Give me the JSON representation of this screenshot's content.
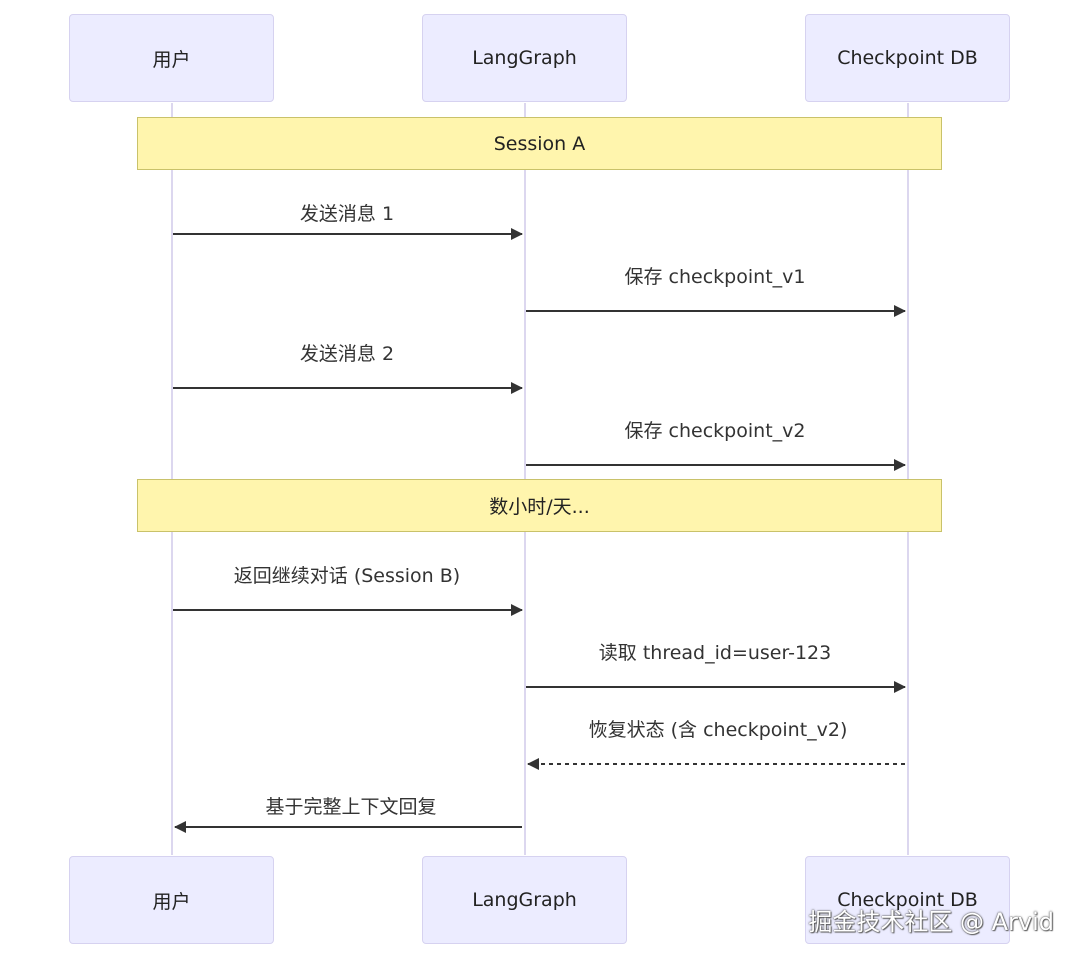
{
  "participants": [
    {
      "id": "user",
      "label": "用户"
    },
    {
      "id": "langgraph",
      "label": "LangGraph"
    },
    {
      "id": "db",
      "label": "Checkpoint DB"
    }
  ],
  "notes": [
    {
      "text": "Session A"
    },
    {
      "text": "数小时/天..."
    }
  ],
  "messages": [
    {
      "from": "user",
      "to": "langgraph",
      "text": "发送消息 1",
      "style": "solid"
    },
    {
      "from": "langgraph",
      "to": "db",
      "text": "保存 checkpoint_v1",
      "style": "solid"
    },
    {
      "from": "user",
      "to": "langgraph",
      "text": "发送消息 2",
      "style": "solid"
    },
    {
      "from": "langgraph",
      "to": "db",
      "text": "保存 checkpoint_v2",
      "style": "solid"
    },
    {
      "from": "user",
      "to": "langgraph",
      "text": "返回继续对话 (Session B)",
      "style": "solid"
    },
    {
      "from": "langgraph",
      "to": "db",
      "text": "读取 thread_id=user-123",
      "style": "solid"
    },
    {
      "from": "db",
      "to": "langgraph",
      "text": "恢复状态 (含 checkpoint_v2)",
      "style": "dashed"
    },
    {
      "from": "langgraph",
      "to": "user",
      "text": "基于完整上下文回复",
      "style": "solid"
    }
  ],
  "watermark": "掘金技术社区 @ Arvid"
}
